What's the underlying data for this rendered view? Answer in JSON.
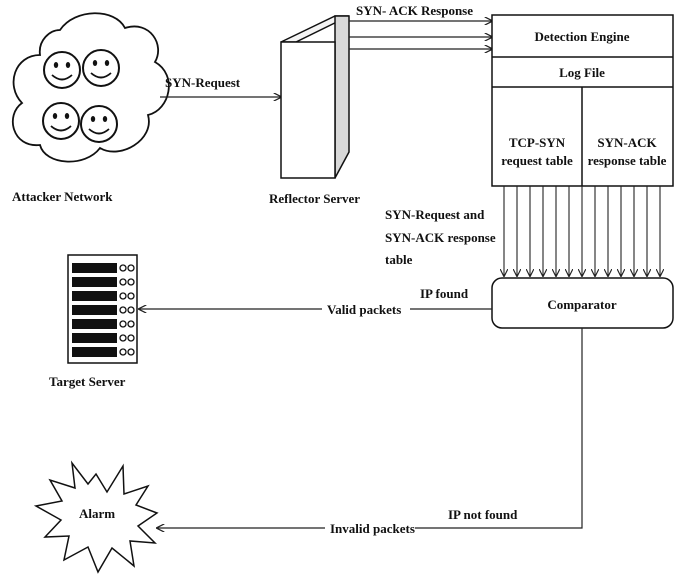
{
  "labels": {
    "attacker_network": "Attacker Network",
    "syn_request": "SYN-Request",
    "reflector_server": "Reflector Server",
    "syn_ack_response": "SYN- ACK Response",
    "detection_engine": "Detection Engine",
    "log_file": "Log File",
    "tcp_syn_line1": "TCP-SYN",
    "tcp_syn_line2": "request table",
    "syn_ack_line1": "SYN-ACK",
    "syn_ack_line2": "response table",
    "tables_line1": "SYN-Request and",
    "tables_line2": "SYN-ACK response",
    "tables_line3": "table",
    "comparator": "Comparator",
    "ip_found": "IP found",
    "valid_packets": "Valid packets",
    "target_server": "Target Server",
    "ip_not_found": "IP not  found",
    "invalid_packets": "Invalid packets",
    "alarm": "Alarm"
  }
}
